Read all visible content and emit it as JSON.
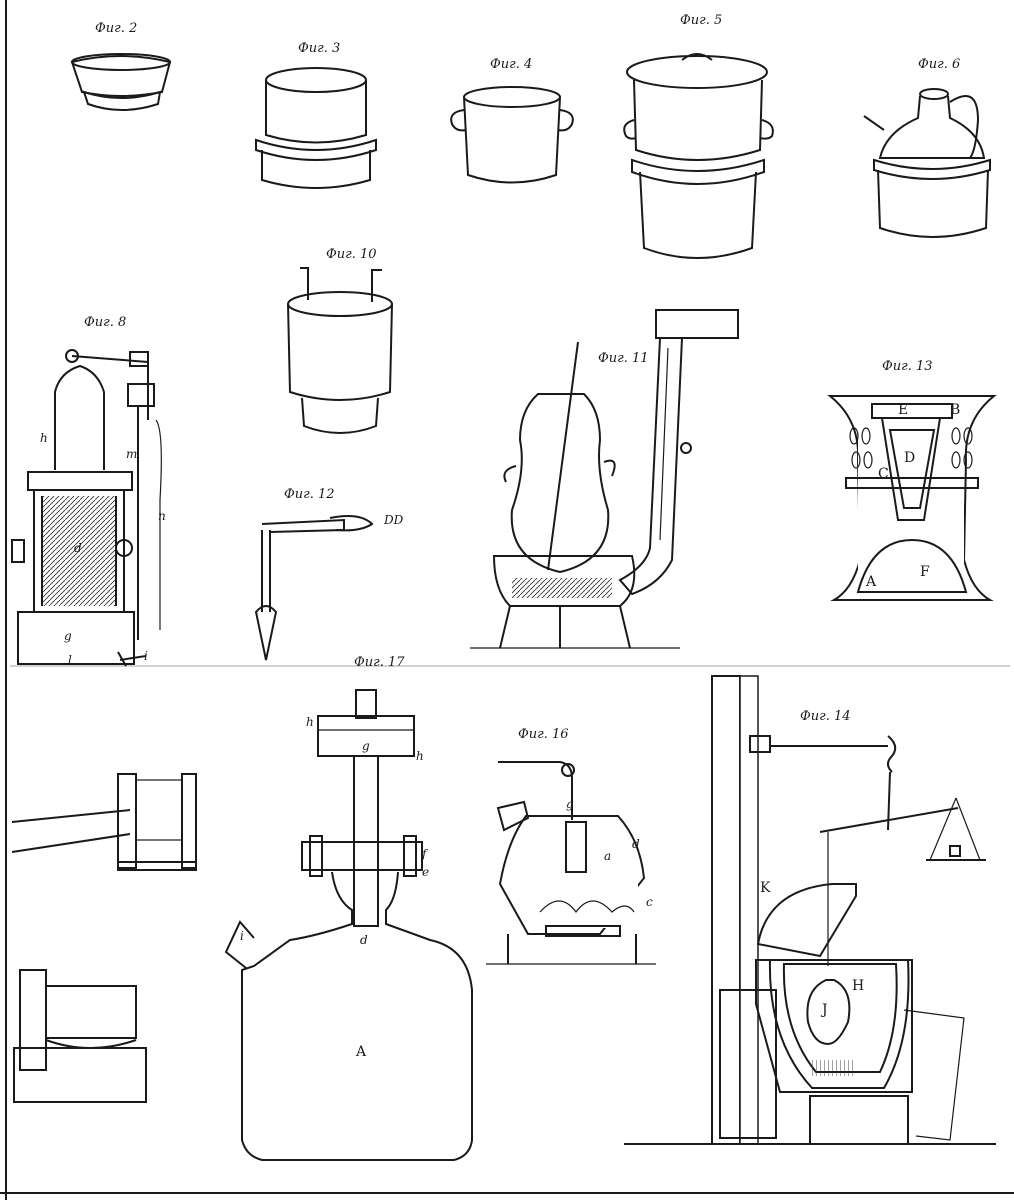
{
  "figure_labels": {
    "fig2": "Фиг. 2",
    "fig3": "Фиг. 3",
    "fig4": "Фиг. 4",
    "fig5": "Фиг. 5",
    "fig6": "Фиг. 6",
    "fig8": "Фиг. 8",
    "fig10": "Фиг. 10",
    "fig11": "Фиг. 11",
    "fig12": "Фиг. 12",
    "fig13": "Фиг. 13",
    "fig14": "Фиг. 14",
    "fig16": "Фиг. 16",
    "fig17": "Фиг. 17"
  },
  "fig8_letters": [
    "h",
    "m",
    "n",
    "d",
    "g",
    "l",
    "i"
  ],
  "fig13_letters": [
    "E",
    "B",
    "D",
    "C",
    "A",
    "F"
  ],
  "fig14_letters": [
    "K",
    "H",
    "J"
  ],
  "fig16_letters": [
    "g",
    "a",
    "d",
    "c"
  ],
  "fig17_letters": [
    "h",
    "g",
    "h",
    "f",
    "e",
    "d",
    "i",
    "A"
  ],
  "colors": {
    "ink": "#1a1a1a",
    "paper": "#ffffff"
  }
}
